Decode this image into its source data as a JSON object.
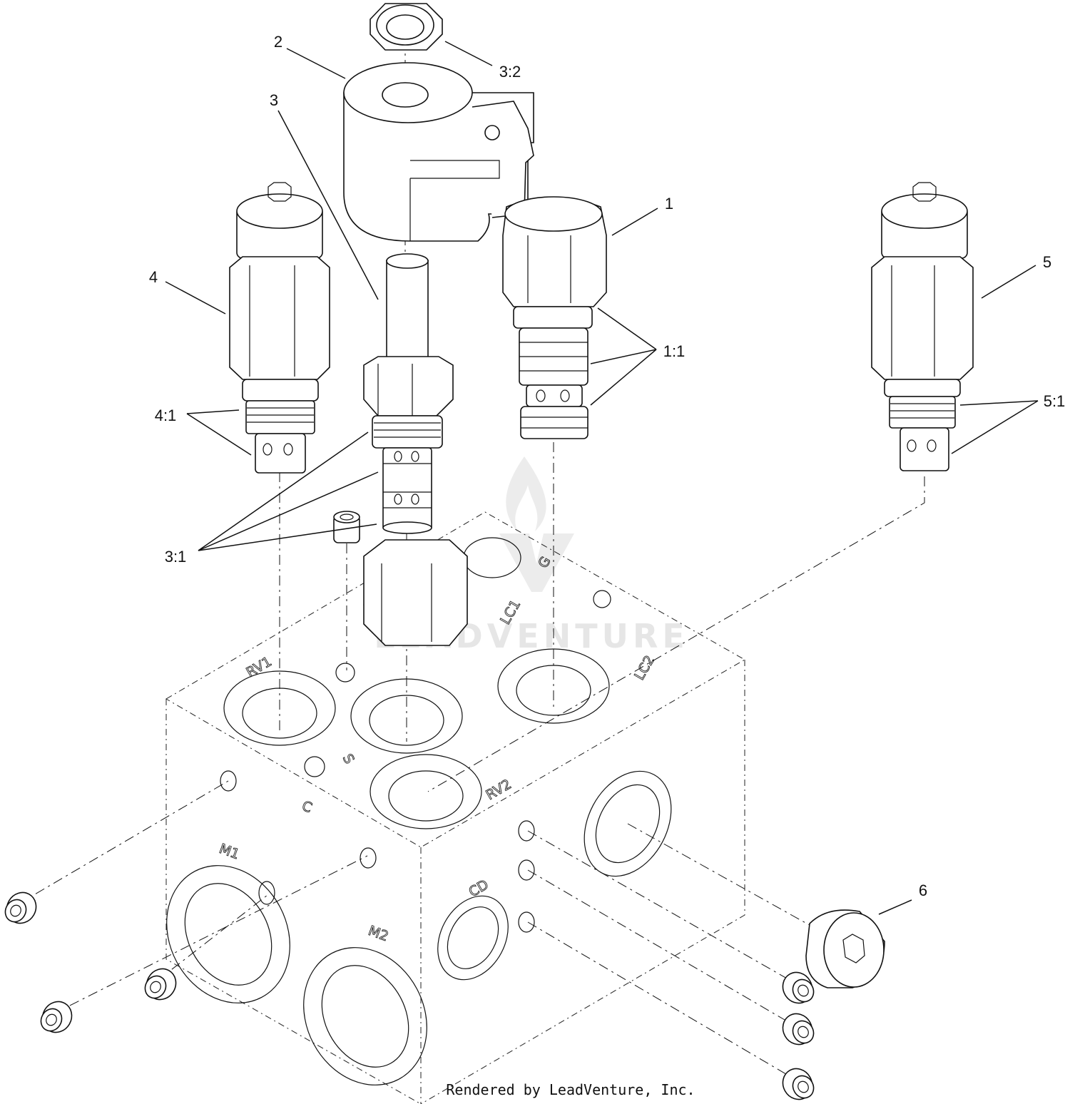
{
  "callouts": {
    "c1": "1",
    "c1_1": "1:1",
    "c2": "2",
    "c3": "3",
    "c3_1": "3:1",
    "c3_2": "3:2",
    "c4": "4",
    "c4_1": "4:1",
    "c5": "5",
    "c5_1": "5:1",
    "c6": "6"
  },
  "ports": {
    "rv1": "RV1",
    "rv2": "RV2",
    "lc1": "LC1",
    "lc2": "LC2",
    "g": "G",
    "s": "S",
    "c": "C",
    "m1": "M1",
    "m2": "M2",
    "cd": "CD"
  },
  "watermark": {
    "text": "LEADVENTURE"
  },
  "footer": {
    "credit": "Rendered by LeadVenture, Inc."
  },
  "icons": {
    "watermark_logo": "flame-v-logo-icon"
  }
}
